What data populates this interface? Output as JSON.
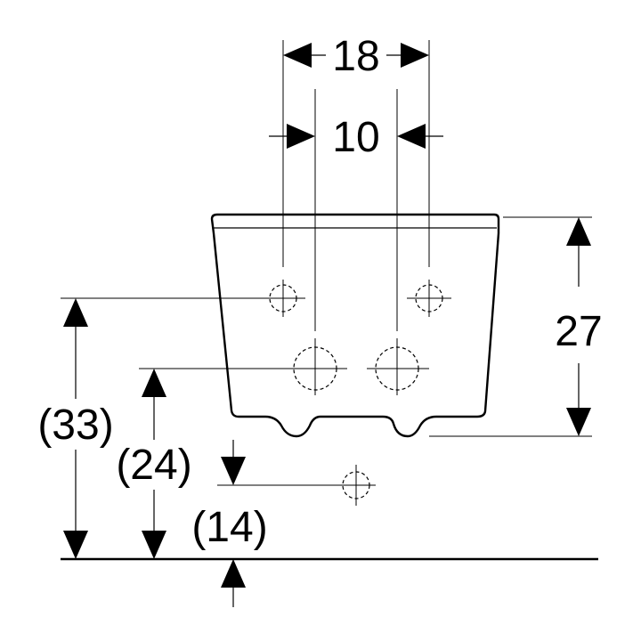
{
  "drawing": {
    "dimensions": {
      "horizontal_outer": "18",
      "horizontal_inner": "10",
      "height_body": "27",
      "height_upper_holes": "(33)",
      "height_lower_holes": "(24)",
      "height_supply": "(14)"
    }
  }
}
